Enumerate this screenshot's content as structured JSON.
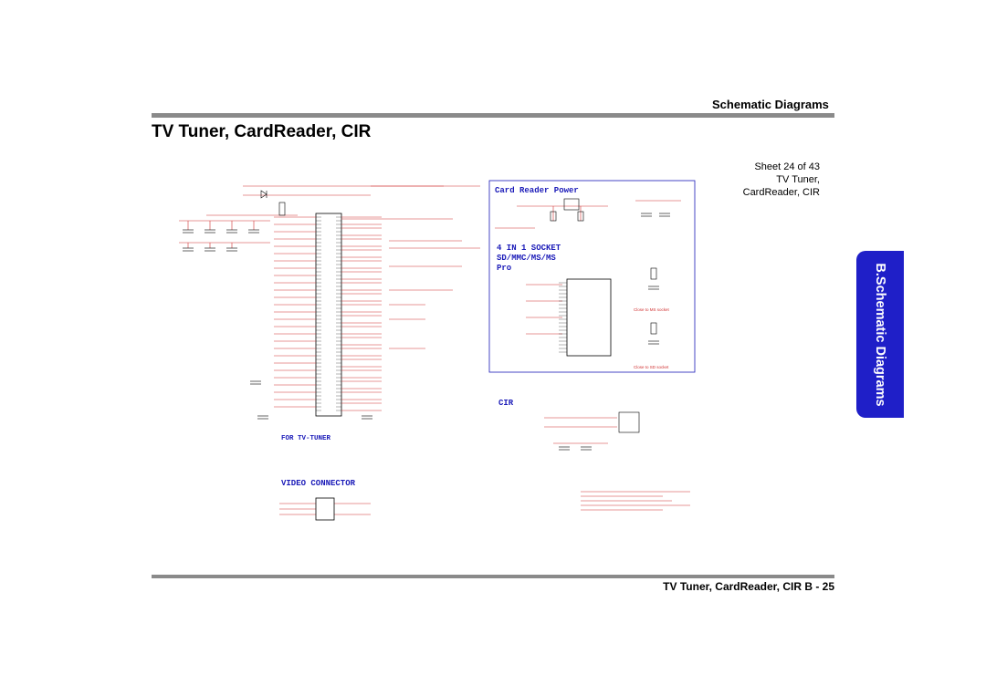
{
  "header": {
    "section": "Schematic  Diagrams",
    "title": "TV Tuner, CardReader, CIR"
  },
  "sheet": {
    "line1": "Sheet 24 of 43",
    "line2": "TV Tuner,",
    "line3": "CardReader, CIR"
  },
  "side_tab": {
    "label": "B.Schematic Diagrams"
  },
  "footer": {
    "text": "TV Tuner, CardReader, CIR B  -  25"
  },
  "schematic": {
    "card_reader_power": "Card Reader Power",
    "socket_title_1": "4 IN 1 SOCKET",
    "socket_title_2": "SD/MMC/MS/MS",
    "socket_title_3": "Pro",
    "cir": "CIR",
    "for_tv_tuner": "FOR TV-TUNER",
    "video_connector": "VIDEO CONNECTOR",
    "close_ms": "Close to MS socket",
    "close_sd": "Close to SD socket",
    "colors": {
      "wire": "#d03030",
      "frame": "#1a1ab8",
      "component": "#000000",
      "heading": "#1a1ab8",
      "tab": "#1f1fc8"
    }
  }
}
